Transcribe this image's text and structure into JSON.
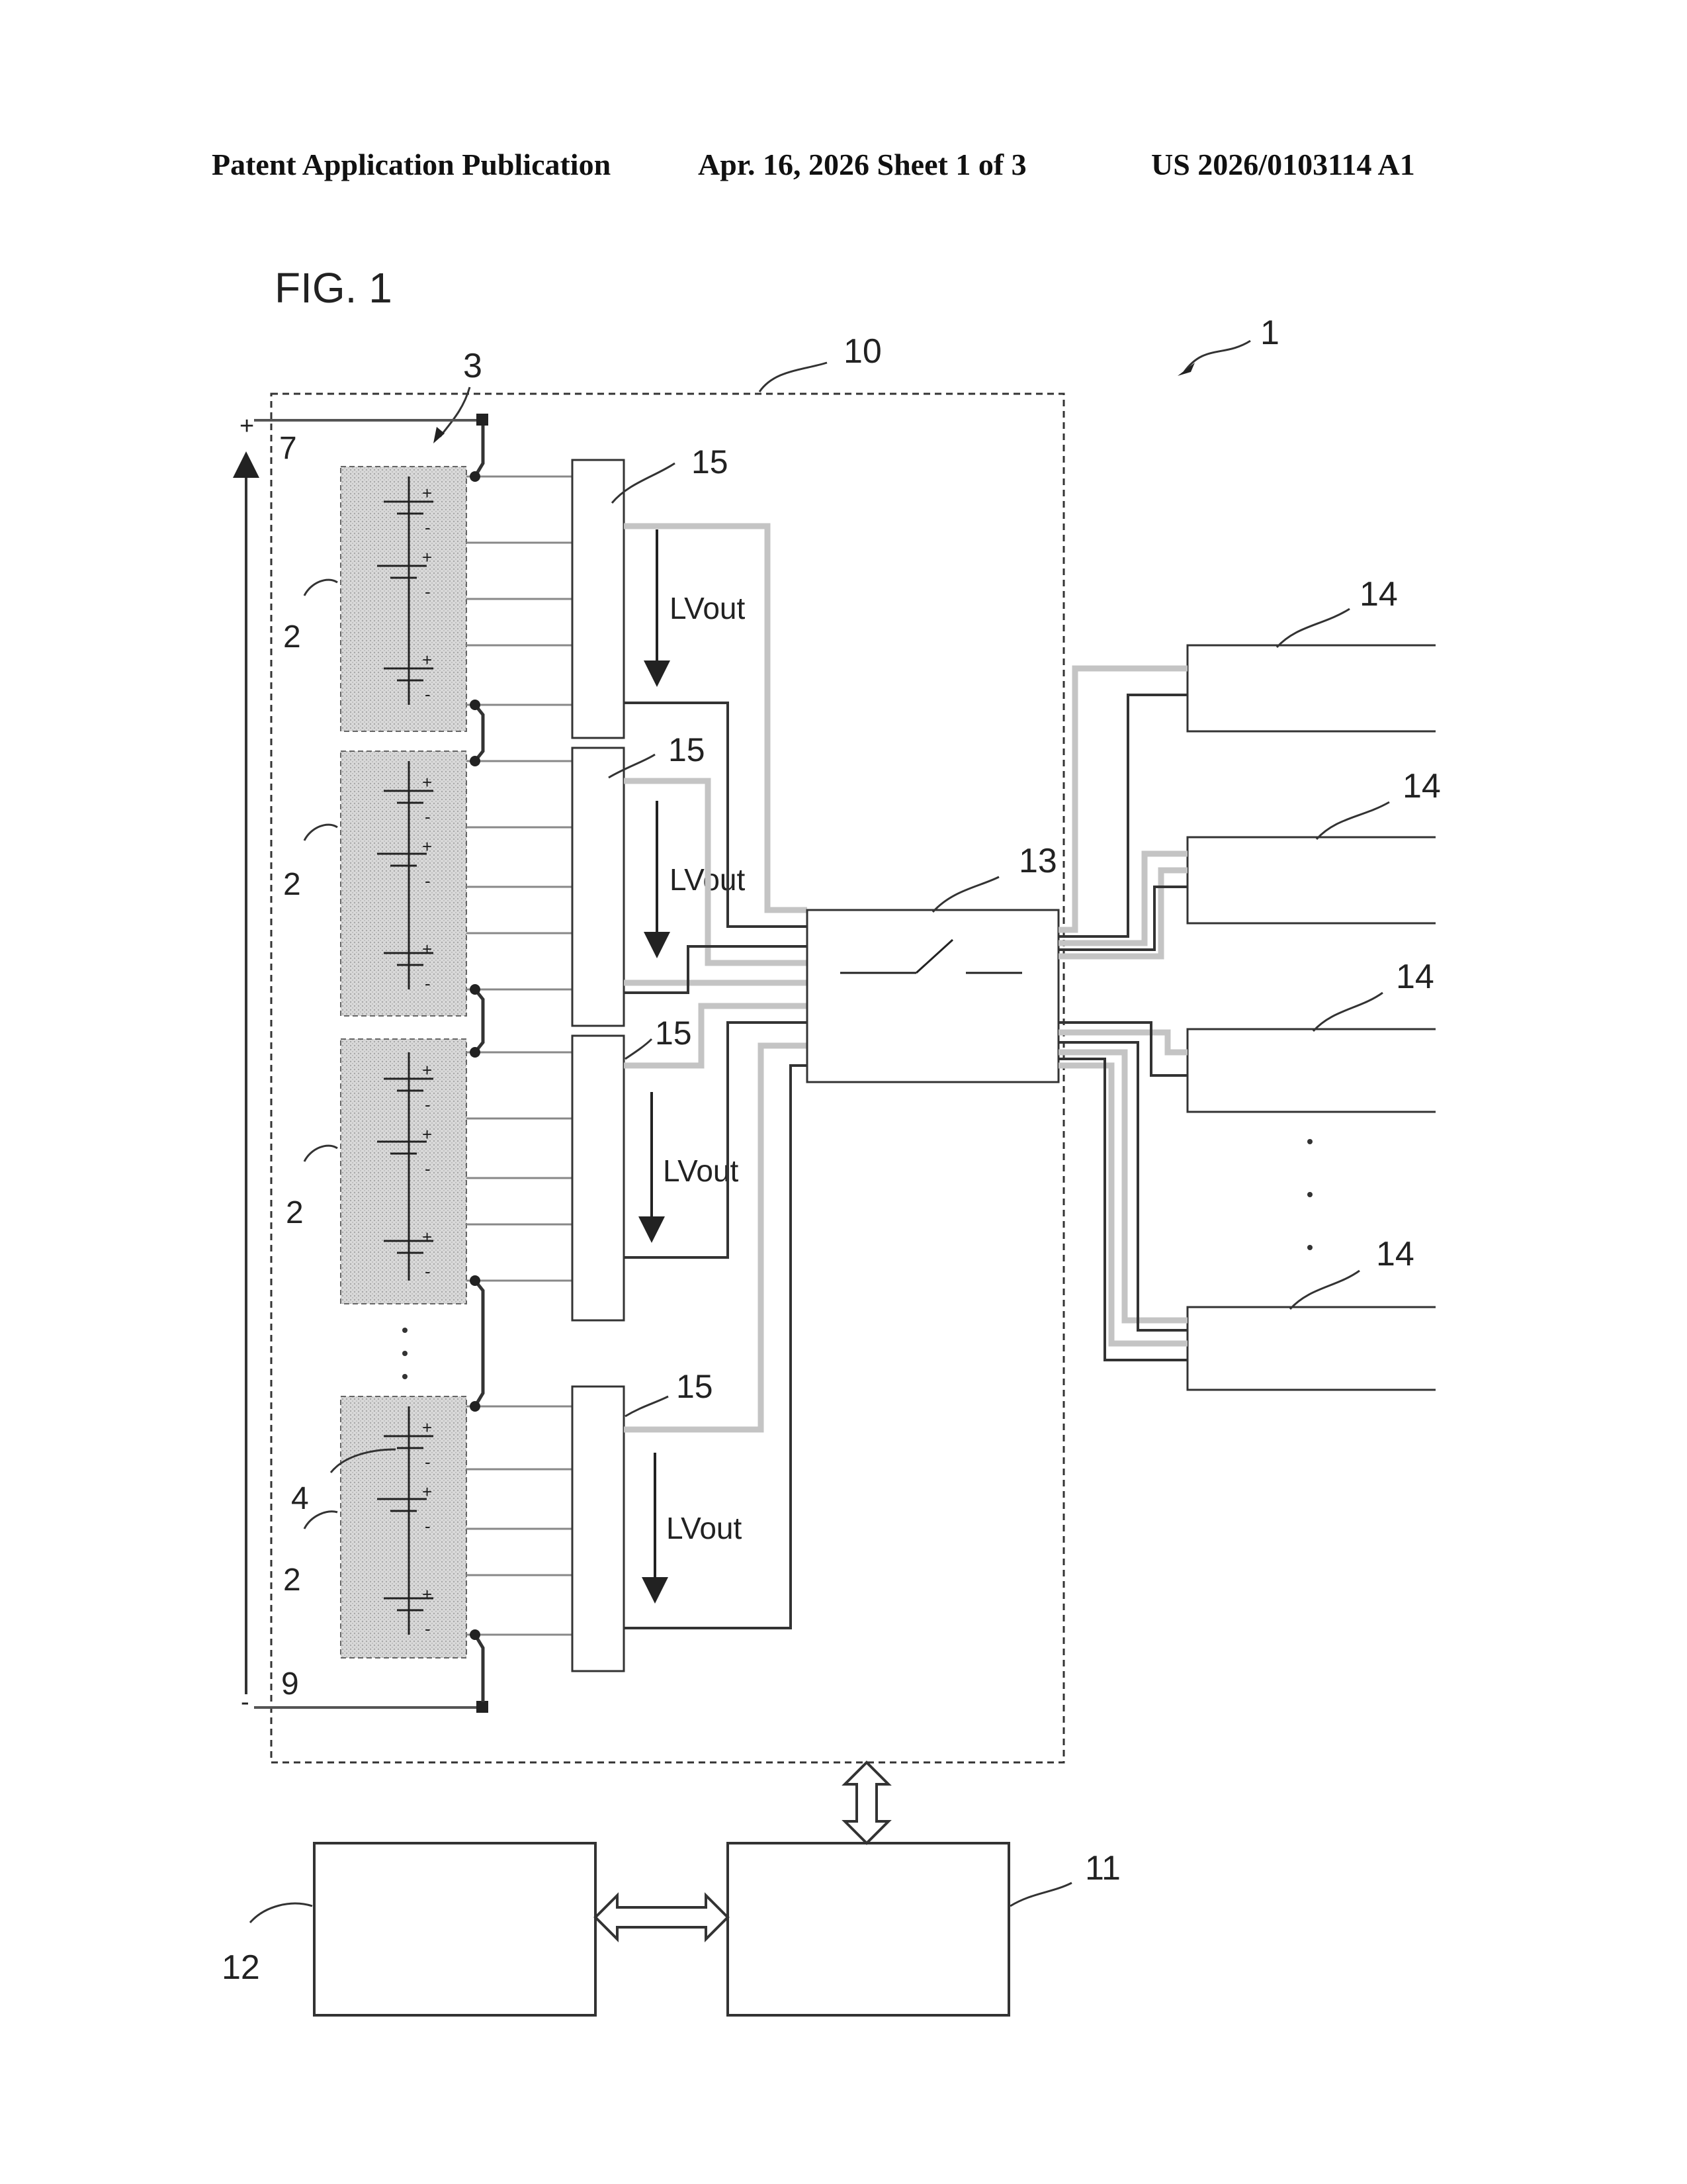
{
  "header": {
    "left": "Patent Application Publication",
    "center": "Apr. 16, 2026  Sheet 1 of 3",
    "right": "US 2026/0103114 A1"
  },
  "figure": {
    "title": "FIG. 1",
    "ref_system": "1",
    "ref_module": "2",
    "ref_battery_stack": "3",
    "ref_cell": "4",
    "ref_positive_terminal": "7",
    "ref_negative_terminal": "9",
    "ref_battery_block": "10",
    "ref_controller": "11",
    "ref_host": "12",
    "ref_switch_unit": "13",
    "ref_load": "14",
    "ref_converter": "15",
    "converter_output_label": "LVout",
    "plus_sign": "+",
    "minus_sign": "-"
  },
  "colors": {
    "line": "#222222",
    "module_fill": "#d4d4d4",
    "halo": "#bdbdbd"
  }
}
